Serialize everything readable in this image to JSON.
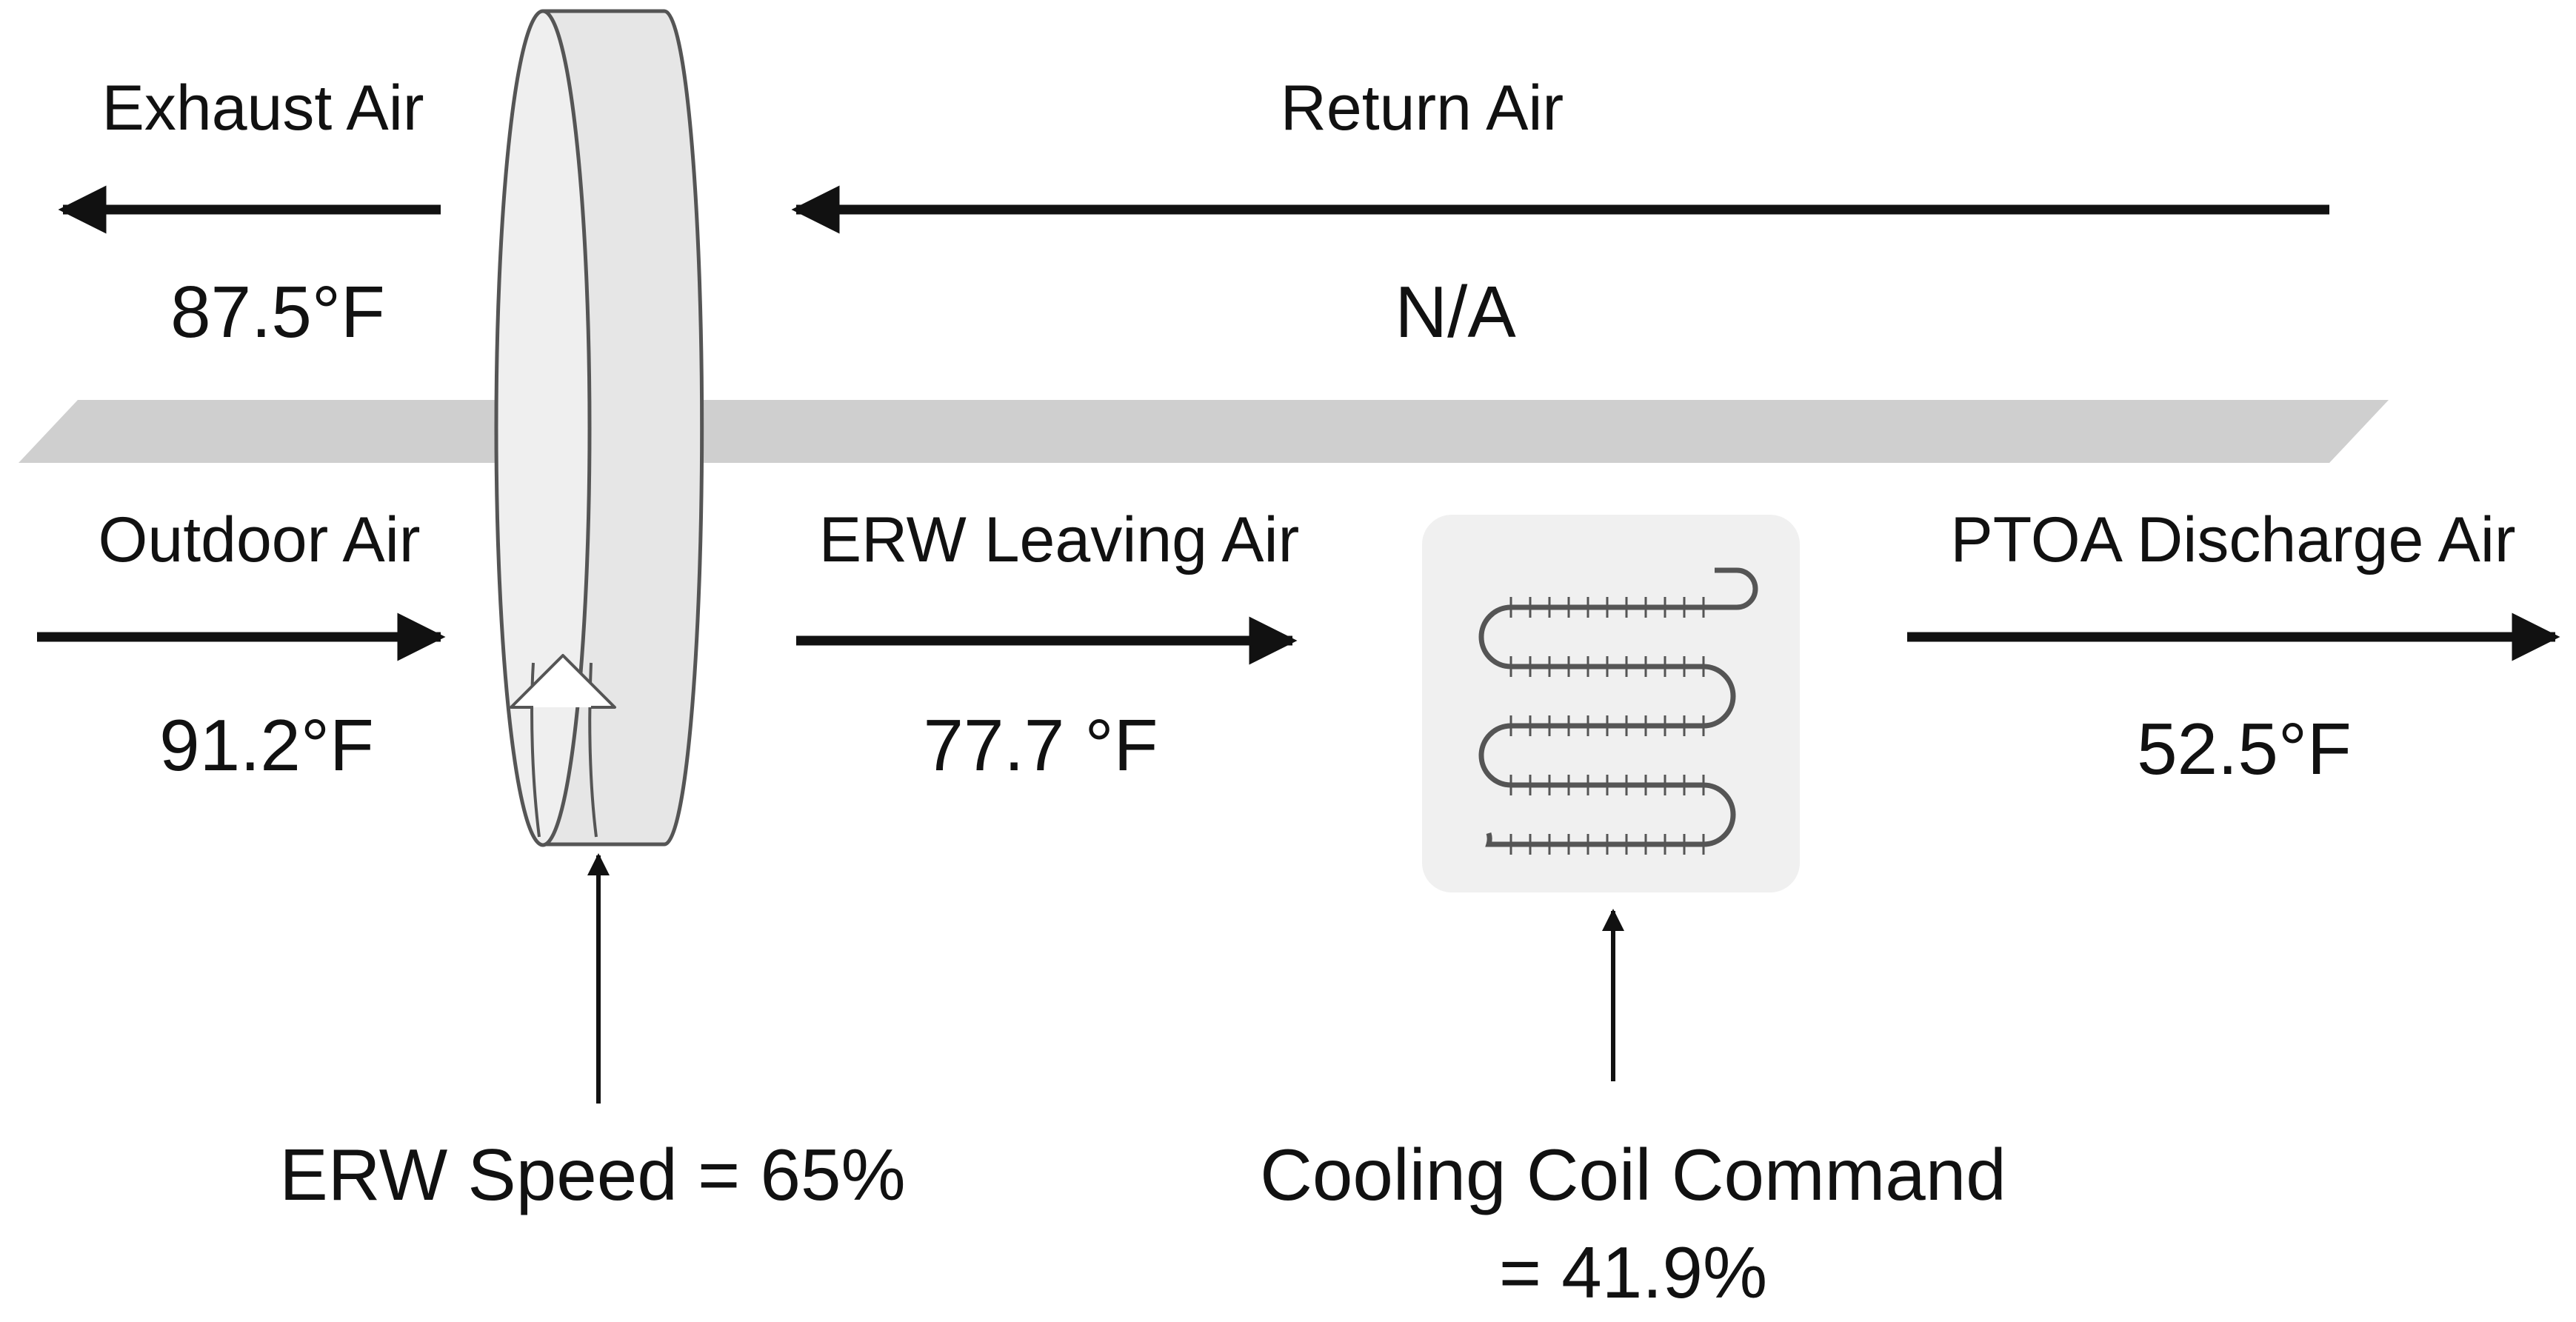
{
  "labels": {
    "exhaust_air": "Exhaust Air",
    "return_air": "Return Air",
    "outdoor_air": "Outdoor Air",
    "erw_leaving_air": "ERW Leaving Air",
    "ptoa_discharge_air": "PTOA Discharge Air"
  },
  "readings": {
    "exhaust_temp": "87.5°F",
    "return_value": "N/A",
    "outdoor_temp": "91.2°F",
    "erw_leaving_temp": "77.7 °F",
    "ptoa_discharge_temp": "52.5°F"
  },
  "controls": {
    "erw_speed": "ERW Speed = 65%",
    "cooling_coil_command_line1": "Cooling Coil Command",
    "cooling_coil_command_line2": "= 41.9%"
  },
  "icons": [
    "energy-recovery-wheel-icon",
    "cooling-coil-icon",
    "rotation-arrow-icon"
  ],
  "colors": {
    "text": "#111111",
    "arrow": "#111111",
    "duct_divider": "#cfcfcf",
    "wheel_fill": "#e6e6e6",
    "coil_box": "#f0f0f0",
    "coil_stroke": "#555555"
  }
}
